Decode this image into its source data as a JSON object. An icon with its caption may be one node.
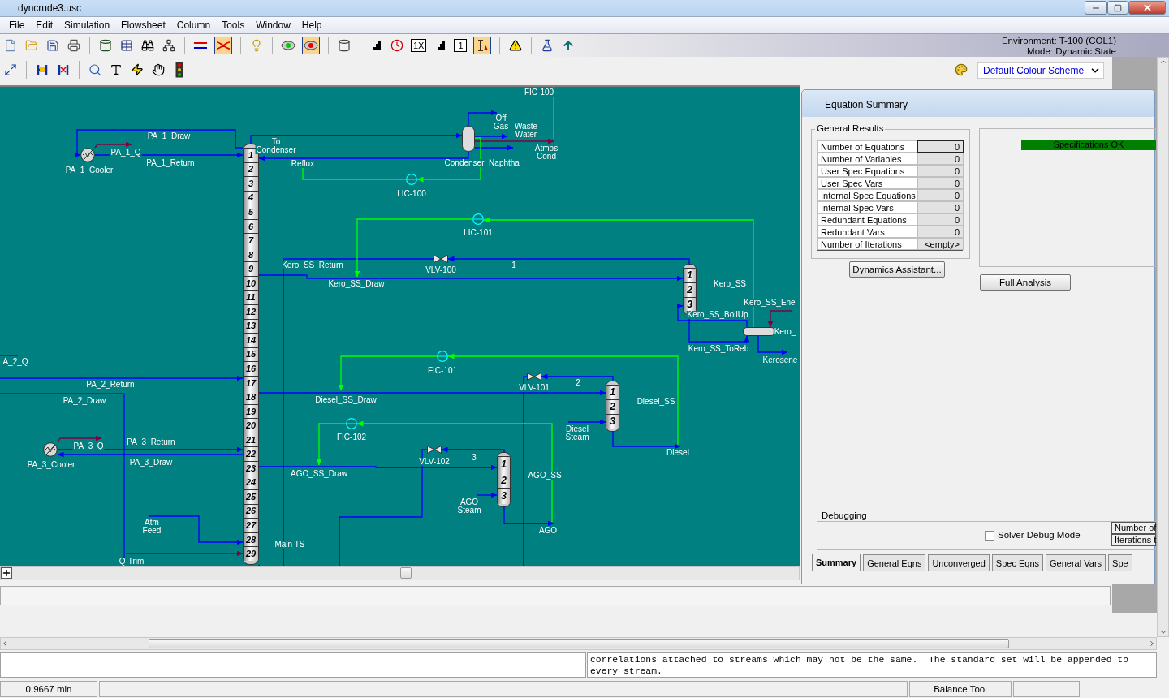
{
  "diagram": {
    "nodes": [
      {
        "text": [
          "1",
          "2",
          "3",
          "4",
          "5",
          "6",
          "7",
          "8",
          "9",
          "10",
          "11",
          "12",
          "13",
          "14",
          "15",
          "16",
          "17",
          "18",
          "19",
          "20",
          "21",
          "22",
          "23",
          "24",
          "25",
          "26",
          "27",
          "28",
          "29"
        ]
      },
      {
        "text": [],
        "shape": "circle",
        "beside": [
          "PA_1_Cooler"
        ]
      },
      {
        "text": [],
        "shape": "circle",
        "beside": [
          "PA_3_Cooler"
        ]
      },
      {
        "text": [],
        "shape": "cylinder",
        "beside": [
          "Condenser"
        ]
      },
      {
        "text": [],
        "shape": "circle",
        "beside": [
          "LIC-100"
        ]
      },
      {
        "text": [],
        "shape": "circle",
        "beside": [
          "LIC-101"
        ]
      },
      {
        "text": [],
        "shape": "circle",
        "beside": [
          "FIC-101"
        ]
      },
      {
        "text": [],
        "shape": "circle",
        "beside": [
          "FIC-102"
        ]
      },
      {
        "text": [],
        "shape": "valve",
        "beside": [
          "VLV-100"
        ]
      },
      {
        "text": [],
        "shape": "valve",
        "beside": [
          "VLV-101"
        ]
      },
      {
        "text": [],
        "shape": "valve",
        "beside": [
          "VLV-102"
        ]
      },
      {
        "text": [
          "1",
          "2",
          "3"
        ],
        "beside": [
          "Kero_SS"
        ]
      },
      {
        "text": [
          "1",
          "2",
          "3"
        ],
        "beside": [
          "Diesel_SS"
        ]
      },
      {
        "text": [
          "1",
          "2",
          "3"
        ],
        "beside": [
          "AGO_SS"
        ]
      },
      {
        "text": [],
        "shape": "cylinder",
        "beside": [
          "Kero_"
        ]
      }
    ],
    "edges": [
      {
        "from": 0,
        "to": 1,
        "arrow": "to",
        "label": "PA_1_Draw"
      },
      {
        "from": 1,
        "to": 0,
        "arrow": "to",
        "label": "PA_1_Return"
      },
      {
        "from": 1,
        "to": null,
        "arrow": "to",
        "label": "PA_1_Q",
        "color": "#800040"
      },
      {
        "from": 0,
        "to": 3,
        "arrow": "to",
        "label": "To Condenser"
      },
      {
        "from": 3,
        "to": 0,
        "arrow": "to",
        "label": "Reflux"
      },
      {
        "from": 3,
        "to": null,
        "arrow": "to",
        "label": "Off Gas"
      },
      {
        "from": 3,
        "to": null,
        "arrow": "to",
        "label": "Waste Water"
      },
      {
        "from": 3,
        "to": null,
        "arrow": "to",
        "label": "Naphtha"
      },
      {
        "from": 3,
        "to": null,
        "arrow": "to",
        "label": "Atmos Cond",
        "color": "#800040"
      },
      {
        "from": 3,
        "to": 4,
        "arrow": "to",
        "color": "#00ff00"
      },
      {
        "from": 4,
        "to": null,
        "arrow": "to",
        "color": "#00ff00"
      },
      {
        "from": 0,
        "to": 11,
        "arrow": "to",
        "label": "Kero_SS_Draw"
      },
      {
        "from": 11,
        "to": 8,
        "arrow": "to",
        "label": "1"
      },
      {
        "from": 8,
        "to": 0,
        "arrow": "none",
        "label": "Kero_SS_Return"
      },
      {
        "from": 14,
        "to": 5,
        "arrow": "to",
        "color": "#00ff00"
      },
      {
        "from": 5,
        "to": null,
        "arrow": "to",
        "color": "#00ff00"
      },
      {
        "from": 11,
        "to": 14,
        "arrow": "to",
        "label": "Kero_SS_ToReb"
      },
      {
        "from": 14,
        "to": 11,
        "arrow": "to",
        "label": "Kero_SS_BoilUp"
      },
      {
        "from": null,
        "to": 14,
        "arrow": "to",
        "label": "Kero_SS_Ene",
        "color": "#800040"
      },
      {
        "from": 14,
        "to": null,
        "arrow": "to",
        "label": "Kerosene"
      },
      {
        "from": 0,
        "to": 12,
        "arrow": "to",
        "label": "Diesel_SS_Draw"
      },
      {
        "from": 12,
        "to": 9,
        "arrow": "to",
        "label": "2"
      },
      {
        "from": 9,
        "to": 0,
        "arrow": "none"
      },
      {
        "from": null,
        "to": 12,
        "arrow": "to",
        "label": "Diesel Steam"
      },
      {
        "from": 12,
        "to": null,
        "arrow": "to",
        "label": "Diesel"
      },
      {
        "from": null,
        "to": 6,
        "arrow": "to",
        "color": "#00ff00"
      },
      {
        "from": 6,
        "to": null,
        "arrow": "to",
        "color": "#00ff00"
      },
      {
        "from": 0,
        "to": 13,
        "arrow": "to",
        "label": "AGO_SS_Draw"
      },
      {
        "from": 13,
        "to": 10,
        "arrow": "to",
        "label": "3"
      },
      {
        "from": 10,
        "to": 0,
        "arrow": "none"
      },
      {
        "from": null,
        "to": 13,
        "arrow": "to",
        "label": "AGO Steam"
      },
      {
        "from": 13,
        "to": null,
        "arrow": "to",
        "label": "AGO"
      },
      {
        "from": null,
        "to": 7,
        "arrow": "to",
        "color": "#00ff00"
      },
      {
        "from": 7,
        "to": null,
        "arrow": "to",
        "color": "#00ff00"
      },
      {
        "from": null,
        "to": 0,
        "arrow": "to",
        "label": "PA_2_Return"
      },
      {
        "from": 0,
        "to": 2,
        "arrow": "to",
        "label": "PA_3_Draw"
      },
      {
        "from": 2,
        "to": 0,
        "arrow": "to",
        "label": "PA_3_Return"
      },
      {
        "from": 2,
        "to": null,
        "arrow": "to",
        "label": "PA_3_Q",
        "color": "#800040"
      },
      {
        "from": null,
        "to": 0,
        "arrow": "to",
        "label": "Atm Feed"
      },
      {
        "from": null,
        "to": 0,
        "arrow": "to",
        "label": "Q-Trim",
        "color": "#800040"
      }
    ],
    "labels": [
      "dyncrude3.usc",
      "File",
      "Edit",
      "Simulation",
      "Flowsheet",
      "Column",
      "Tools",
      "Window",
      "Help",
      "1X",
      "1",
      "Environment: T-100 (COL1)",
      "Mode: Dynamic State",
      "Default Colour Scheme",
      "FIC-100",
      "A_2_Q",
      "PA_2_Draw",
      "Main TS",
      "Equation Summary",
      "General Results",
      "Number of Equations",
      "0",
      "Number of Variables",
      "0",
      "User Spec Equations",
      "0",
      "User Spec Vars",
      "0",
      "Internal Spec Equations",
      "0",
      "Internal Spec Vars",
      "0",
      "Redundant Equations",
      "0",
      "Redundant Vars",
      "0",
      "Number of Iterations",
      "<empty>",
      "Specifications OK",
      "Dynamics Assistant...",
      "Full Analysis",
      "Debugging",
      "Solver Debug Mode",
      "Number of",
      "Iterations t",
      "Summary",
      "General Eqns",
      "Unconverged",
      "Spec Eqns",
      "General Vars",
      "Spe",
      "correlations attached to streams which may not be the same.  The standard set will be appended to every stream.",
      "0.9667 min",
      "Balance Tool"
    ]
  }
}
